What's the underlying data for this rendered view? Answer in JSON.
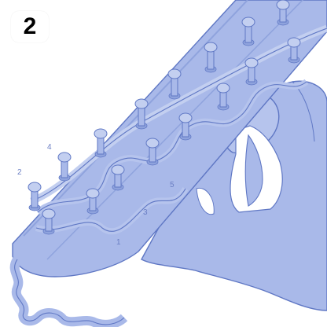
{
  "step_number": "2",
  "peg_labels": [
    "1",
    "2",
    "3",
    "4",
    "5"
  ],
  "colors": {
    "background": "#ffffff",
    "fill": "#a9b9e9",
    "fill_light": "#c3cff0",
    "fill_dark": "#8fa3dd",
    "stroke": "#5f77c4",
    "label": "#6b7fc4",
    "badge_text": "#000000"
  }
}
